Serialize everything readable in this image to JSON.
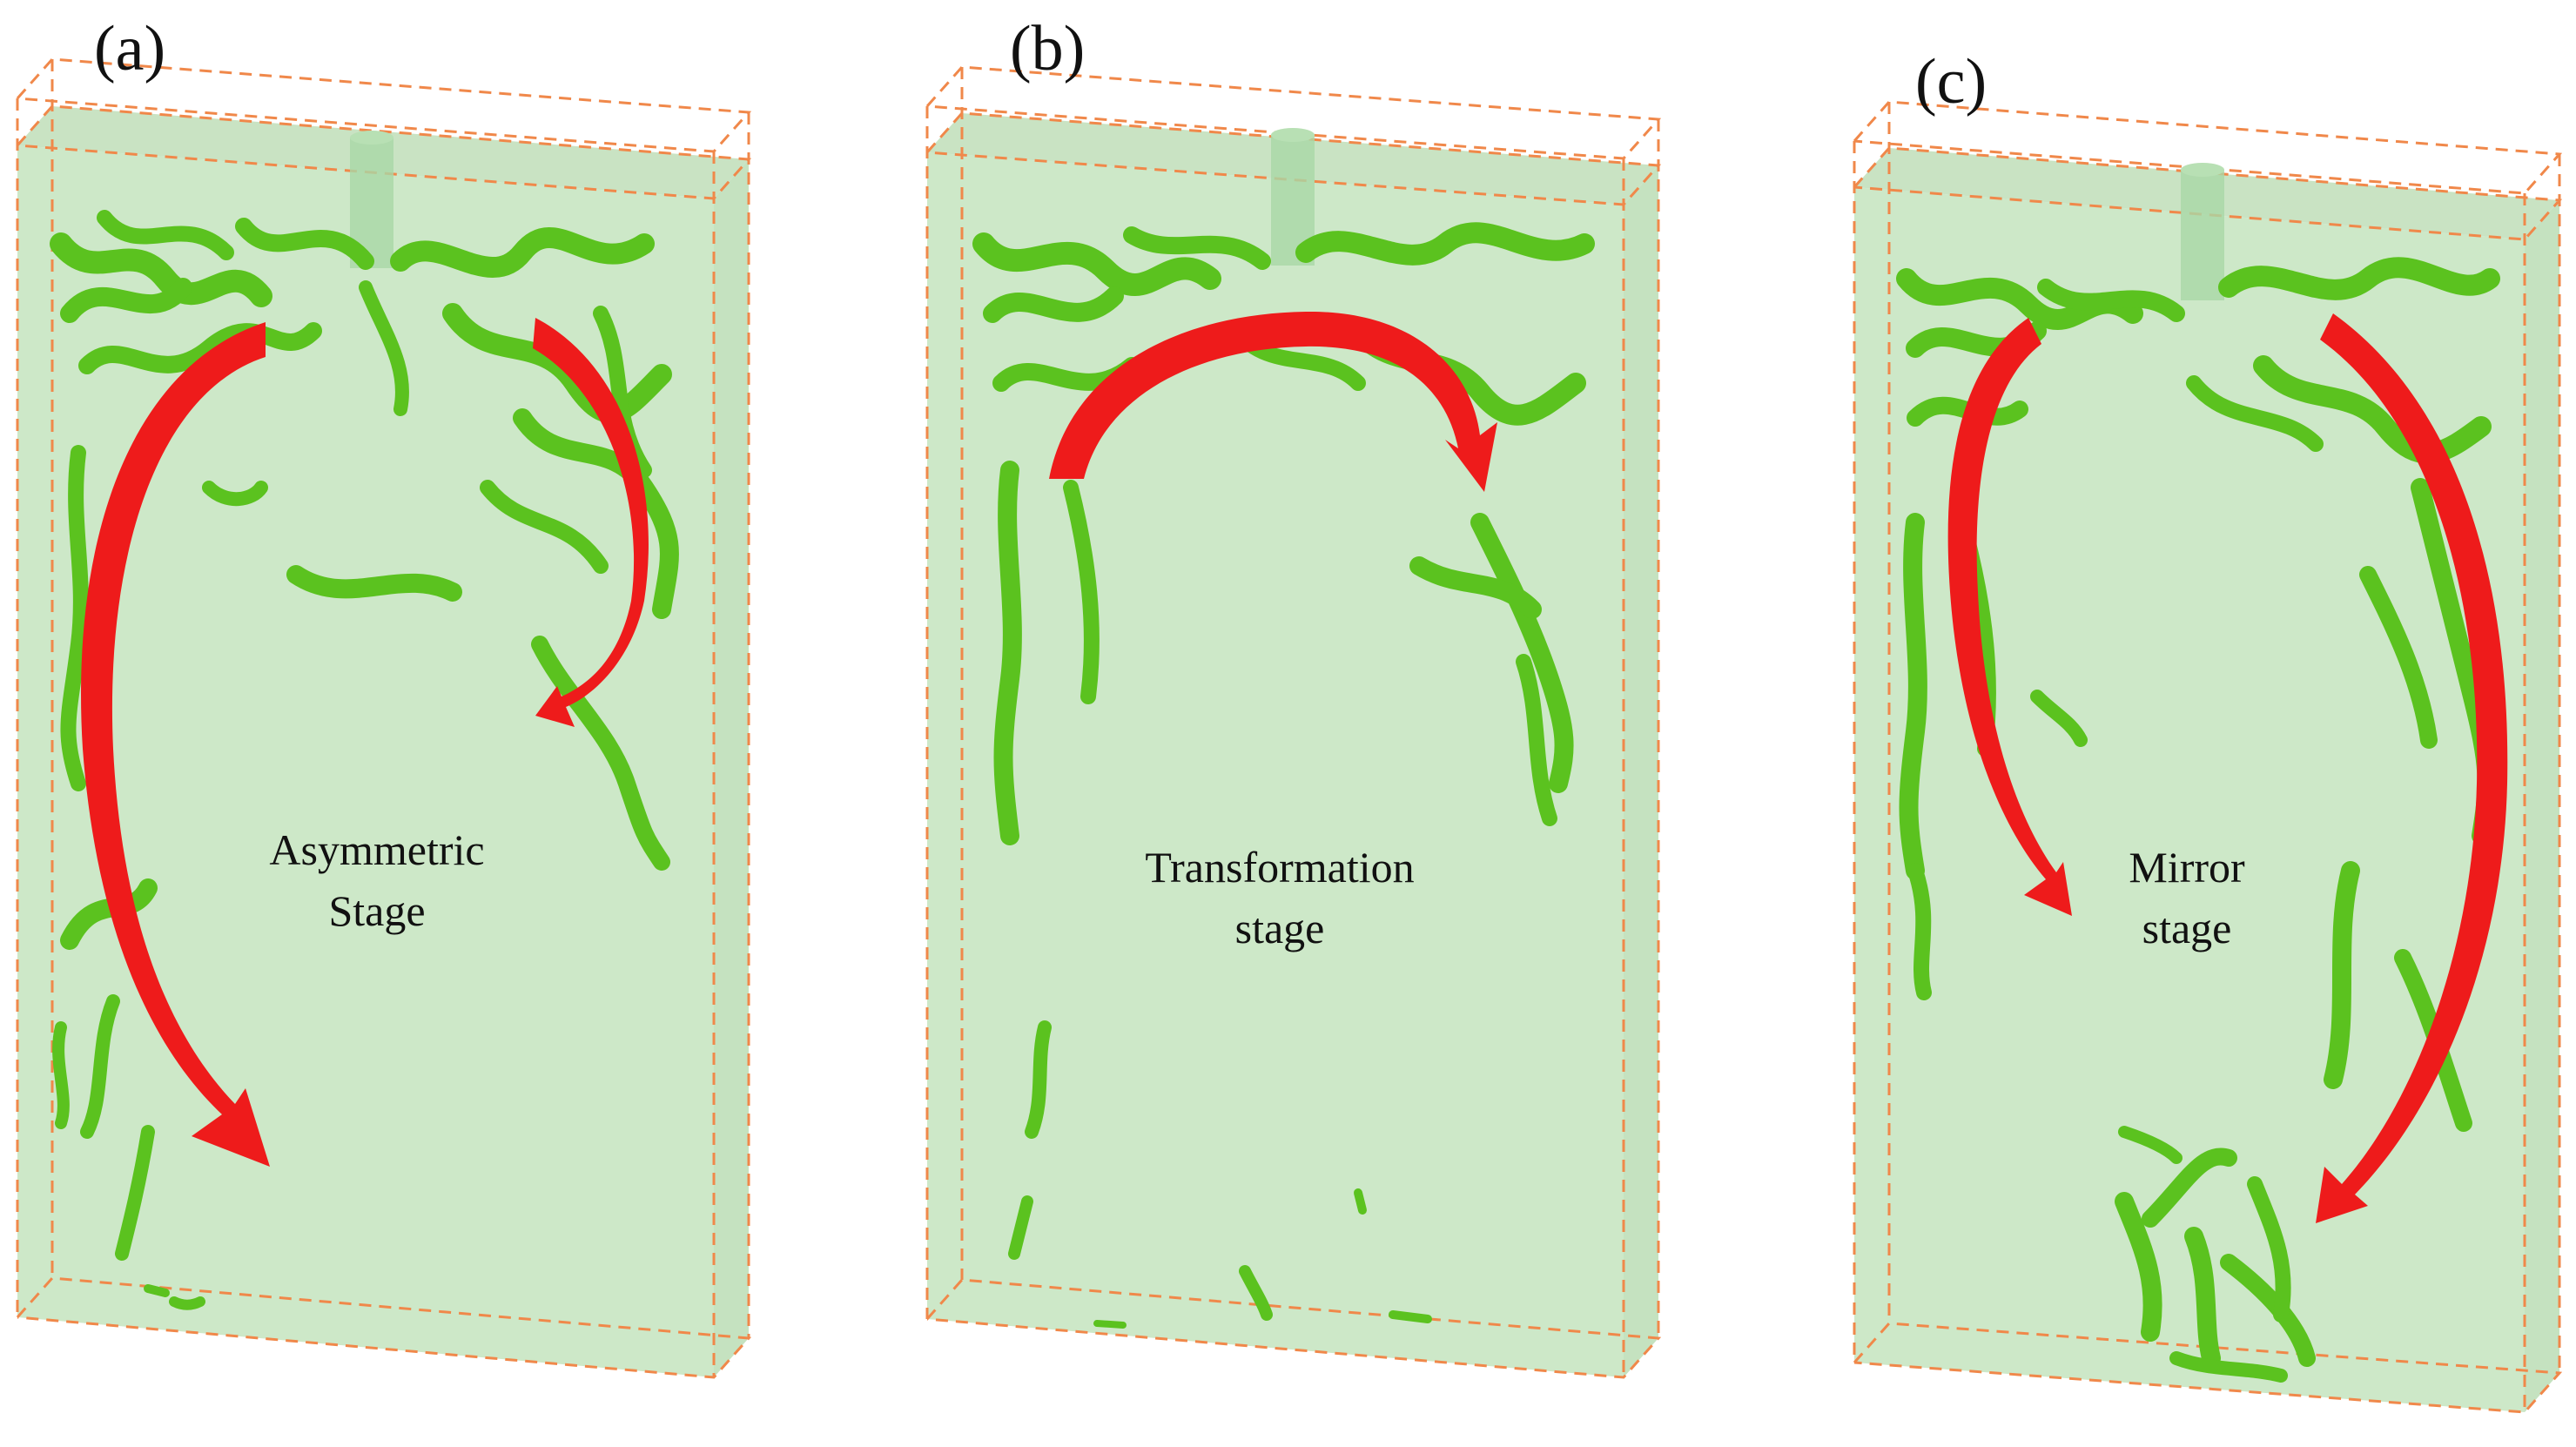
{
  "panels": [
    {
      "label": "(a)",
      "stage_lines": [
        "Asymmetric",
        "Stage"
      ]
    },
    {
      "label": "(b)",
      "stage_lines": [
        "Transformation",
        "stage"
      ]
    },
    {
      "label": "(c)",
      "stage_lines": [
        "Mirror",
        "stage"
      ]
    }
  ],
  "colors": {
    "box_fill": "#cde8c8",
    "box_top": "#bfdeb9",
    "box_edge": "#f0884a",
    "vortex": "#5bc21f",
    "vortex_dark": "#3f9a12",
    "arrow": "#ee1b1b"
  }
}
